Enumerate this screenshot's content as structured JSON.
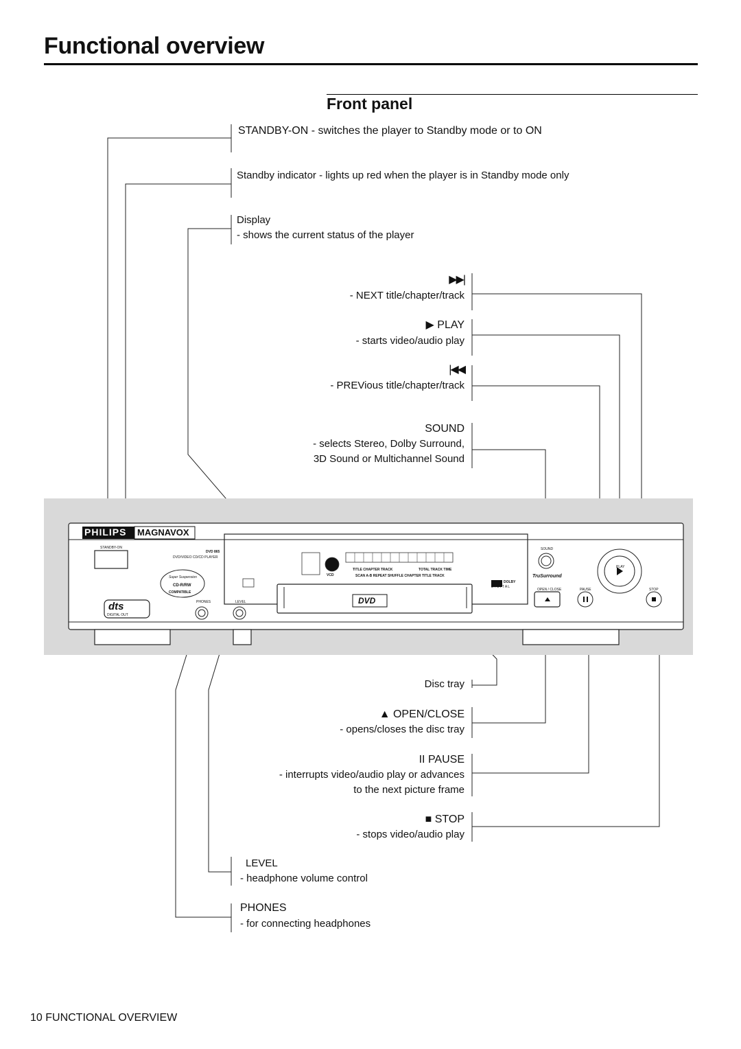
{
  "header": {
    "page_title": "Functional overview",
    "section_title": "Front panel"
  },
  "callouts": {
    "standby_on": {
      "text": "STANDBY-ON - switches the player to Standby mode or to ON"
    },
    "standby_indicator": {
      "text": "Standby indicator   - lights up red when the player is in Standby mode only"
    },
    "display": {
      "head": "Display",
      "desc": "- shows the current status of the player"
    },
    "next": {
      "symbol": "▶▶|",
      "desc": "- NEXT title/chapter/track"
    },
    "play": {
      "head": "▶ PLAY",
      "desc": "- starts video/audio play"
    },
    "previous": {
      "symbol": "|◀◀",
      "desc": "- PREVious title/chapter/track"
    },
    "sound": {
      "head": "SOUND",
      "desc1": "- selects Stereo, Dolby Surround,",
      "desc2": "3D Sound or Multichannel Sound"
    },
    "disc_tray": {
      "head": "Disc tray"
    },
    "open_close": {
      "head": "▲  OPEN/CLOSE",
      "desc": "- opens/closes the disc tray"
    },
    "pause": {
      "head": "II  PAUSE",
      "desc1": "- interrupts video/audio play or advances",
      "desc2": "to the next picture frame"
    },
    "stop": {
      "head": "■  STOP",
      "desc": "- stops video/audio play"
    },
    "level": {
      "head": "LEVEL",
      "desc": "- headphone volume control"
    },
    "phones": {
      "head": "PHONES",
      "desc": "- for connecting headphones"
    }
  },
  "device": {
    "brand1": "PHILIPS",
    "brand2": "MAGNAVOX",
    "model": "DVD 865",
    "model_sub": "DVD/VIDEO CD/CD PLAYER",
    "standby_label": "STANDBY-ON",
    "phones_label": "PHONES",
    "level_label": "LEVEL",
    "sound_label": "SOUND",
    "open_close_label": "OPEN / CLOSE",
    "pause_label": "PAUSE",
    "stop_label": "STOP",
    "play_label": "PLAY",
    "dts_label": "dts",
    "dts_sub": "DIGITAL OUT",
    "dvd_logo": "DVD",
    "cd_badge": "CD-R/RW",
    "compatible": "COMPATIBLE",
    "super_suspension": "Super Suspension",
    "display_row1": "TITLE  CHAPTER  TRACK",
    "display_row1b": "TOTAL  TRACK  TIME",
    "display_row2": "SCAN  A-B  REPEAT  SHUFFLE  CHAPTER  TITLE  TRACK",
    "vcd": "VCD",
    "dolby": "DOLBY",
    "digital": "D I G I T A L",
    "trusurround": "TruSurround"
  },
  "footer": {
    "text": "10 FUNCTIONAL OVERVIEW"
  },
  "colors": {
    "panel_bg": "#d9d9d9",
    "ink": "#111111"
  }
}
